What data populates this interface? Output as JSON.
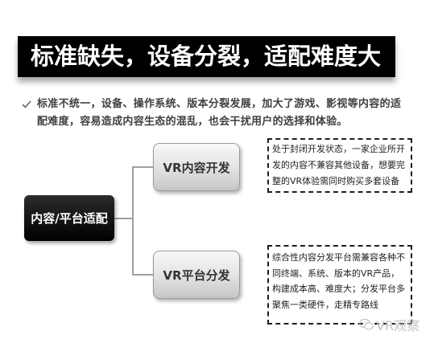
{
  "title": "标准缺失，设备分裂，适配难度大",
  "bullet": {
    "icon": "check-icon",
    "lines": [
      "标准不统一，设备、操作系统、版本分裂发展，加大了游戏、影视等内容的适",
      "配难度，容易造成内容生态的混乱，也会干扰用户的选择和体验。"
    ]
  },
  "diagram": {
    "root": {
      "label": "内容/平台适配"
    },
    "branches": [
      {
        "label": "VR内容开发",
        "note_lines": [
          "处于封闭开发状态，一家企业所开",
          "发的内容不兼容其他设备，想要完",
          "整的VR体验需同时购买多套设备"
        ]
      },
      {
        "label": "VR平台分发",
        "note_lines": [
          "综合性内容分发平台需兼容各种不",
          "同终端、系统、版本的VR产品，",
          "构建成本高、难度大；分发平台多",
          "聚焦一类硬件，走精专路线"
        ]
      }
    ]
  },
  "watermark": {
    "icon": "wechat-icon",
    "text": "VR观察"
  },
  "colors": {
    "title_bg": "#000000",
    "title_text": "#ffffff",
    "body_text": "#3f3f3f",
    "root_bg": "#111111",
    "connector": "#a0a0a0",
    "dashed_border": "#1e1e1e",
    "node_text": "#333333",
    "watermark": "#c4c4c4"
  }
}
